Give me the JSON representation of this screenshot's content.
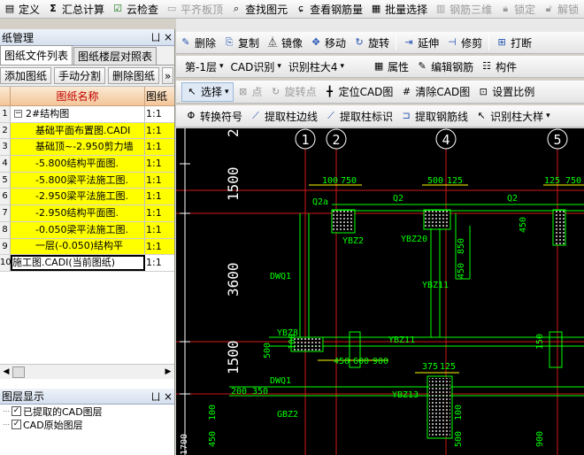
{
  "toolbar1": {
    "items": [
      {
        "label": "定义",
        "icon": "define-icon"
      },
      {
        "label": "汇总计算",
        "icon": "sigma-icon"
      },
      {
        "label": "云检查",
        "icon": "cloud-check-icon"
      },
      {
        "label": "平齐板顶",
        "icon": "align-slab-icon",
        "disabled": true
      },
      {
        "label": "查找图元",
        "icon": "find-element-icon"
      },
      {
        "label": "查看钢筋量",
        "icon": "rebar-quantity-icon"
      },
      {
        "label": "批量选择",
        "icon": "batch-select-icon"
      },
      {
        "label": "钢筋三维",
        "icon": "rebar-3d-icon",
        "disabled": true
      },
      {
        "label": "锁定",
        "icon": "lock-icon",
        "disabled": true
      },
      {
        "label": "解锁",
        "icon": "unlock-icon",
        "disabled": true
      }
    ]
  },
  "toolbar2": {
    "items": [
      {
        "label": "删除",
        "icon": "delete-icon"
      },
      {
        "label": "复制",
        "icon": "copy-icon"
      },
      {
        "label": "镜像",
        "icon": "mirror-icon"
      },
      {
        "label": "移动",
        "icon": "move-icon"
      },
      {
        "label": "旋转",
        "icon": "rotate-icon"
      },
      {
        "label": "延伸",
        "icon": "extend-icon"
      },
      {
        "label": "修剪",
        "icon": "trim-icon"
      },
      {
        "label": "打断",
        "icon": "break-icon"
      }
    ]
  },
  "toolbar3": {
    "floor": "第-1层",
    "cad_recognize": "CAD识别",
    "recognize_column": "识别柱大4",
    "attributes": "属性",
    "edit_rebar": "编辑钢筋",
    "component": "构件"
  },
  "toolbar4": {
    "select": "选择",
    "point": "点",
    "rotate_point": "旋转点",
    "locate_cad": "定位CAD图",
    "clear_cad": "清除CAD图",
    "set_scale": "设置比例"
  },
  "toolbar5": {
    "convert_symbol": "转换符号",
    "extract_column_edge": "提取柱边线",
    "extract_column_label": "提取柱标识",
    "extract_rebar_line": "提取钢筋线",
    "recognize_column_detail": "识别柱大样"
  },
  "drawing_panel": {
    "title": "纸管理",
    "pin": "ㄩ",
    "close": "×",
    "tabs": [
      "图纸文件列表",
      "图纸楼层对照表"
    ],
    "buttons": [
      "添加图纸",
      "手动分割",
      "删除图纸"
    ],
    "more": "»",
    "columns": [
      "图纸名称",
      "图纸"
    ],
    "rows": [
      {
        "num": "1",
        "name": "2#结构图",
        "scale": "1:1",
        "style": "group"
      },
      {
        "num": "2",
        "name": "基础平面布置图.CADI",
        "scale": "1:1",
        "style": "yellow"
      },
      {
        "num": "3",
        "name": "基础顶~-2.950剪力墙",
        "scale": "1:1",
        "style": "yellow"
      },
      {
        "num": "4",
        "name": "-5.800结构平面图.",
        "scale": "1:1",
        "style": "yellow"
      },
      {
        "num": "5",
        "name": "-5.800梁平法施工图.",
        "scale": "1:1",
        "style": "yellow"
      },
      {
        "num": "6",
        "name": "-2.950梁平法施工图.",
        "scale": "1:1",
        "style": "yellow"
      },
      {
        "num": "7",
        "name": "-2.950结构平面图.",
        "scale": "1:1",
        "style": "yellow"
      },
      {
        "num": "8",
        "name": "-0.050梁平法施工图.",
        "scale": "1:1",
        "style": "yellow"
      },
      {
        "num": "9",
        "name": "一层(-0.050)结构平",
        "scale": "1:1",
        "style": "yellow"
      },
      {
        "num": "10",
        "name": "施工图.CADI(当前图纸)",
        "scale": "1:1",
        "style": "current"
      }
    ]
  },
  "layer_panel": {
    "title": "图层显示",
    "pin": "ㄩ",
    "close": "×",
    "layers": [
      {
        "label": "已提取的CAD图层",
        "checked": true
      },
      {
        "label": "CAD原始图层",
        "checked": true
      }
    ]
  },
  "cad": {
    "axis_labels": [
      "1",
      "2",
      "4",
      "5"
    ],
    "left_dims": [
      "2",
      "1500",
      "3600",
      "1500",
      "1700"
    ],
    "texts": [
      "100",
      "750",
      "500",
      "125",
      "125",
      "750",
      "Q2a",
      "Q2",
      "Q2",
      "YBZ2",
      "YBZ20",
      "YBZ11",
      "850",
      "450",
      "450",
      "DWQ1",
      "YBZ8",
      "YBZ11",
      "450",
      "600",
      "900",
      "375",
      "125",
      "DWQ1",
      "YBZ13",
      "200",
      "350",
      "GBZ2",
      "500",
      "100",
      "450",
      "100",
      "500",
      "100",
      "900",
      "150"
    ],
    "colors": {
      "background": "#000000",
      "grid": "#ff3333",
      "element": "#00ff00",
      "hatch": "#ffffff",
      "axis_circle": "#ffffff",
      "axis_line": "#ff0000",
      "yellow": "#ffff00"
    }
  }
}
